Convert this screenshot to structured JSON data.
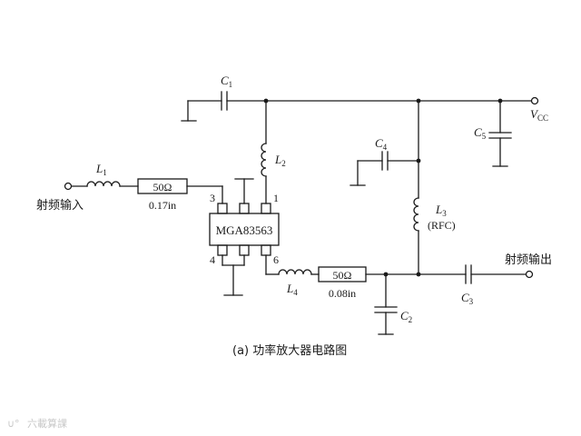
{
  "schematic": {
    "input_label": "射频输入",
    "output_label": "射频输出",
    "vcc": {
      "main": "V",
      "sub": "CC"
    },
    "chip": {
      "name": "MGA83563",
      "pin1": "1",
      "pin3": "3",
      "pin4": "4",
      "pin6": "6"
    },
    "components": {
      "c1": {
        "main": "C",
        "sub": "1"
      },
      "c2": {
        "main": "C",
        "sub": "2"
      },
      "c3": {
        "main": "C",
        "sub": "3"
      },
      "c4": {
        "main": "C",
        "sub": "4"
      },
      "c5": {
        "main": "C",
        "sub": "5"
      },
      "l1": {
        "main": "L",
        "sub": "1"
      },
      "l2": {
        "main": "L",
        "sub": "2"
      },
      "l3": {
        "main": "L",
        "sub": "3",
        "note": "(RFC)"
      },
      "l4": {
        "main": "L",
        "sub": "4"
      }
    },
    "line_in": {
      "impedance": "50Ω",
      "length": "0.17in"
    },
    "line_out": {
      "impedance": "50Ω",
      "length": "0.08in"
    },
    "caption": "(a)  功率放大器电路图"
  },
  "watermark": "六載算課"
}
